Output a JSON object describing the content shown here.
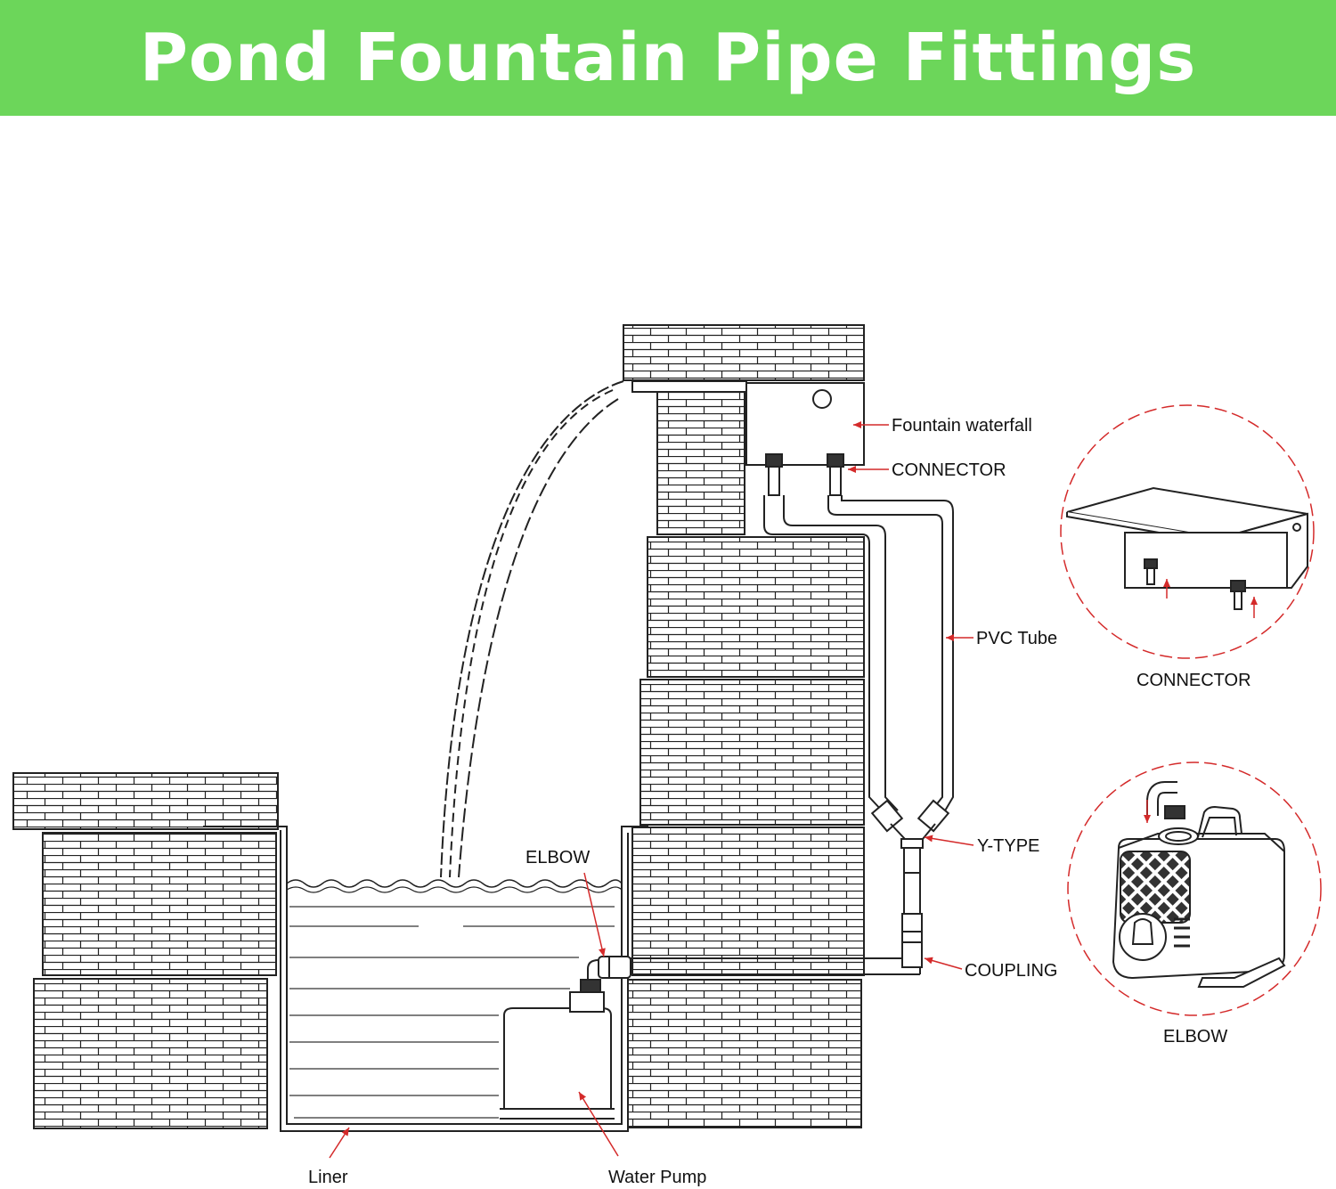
{
  "title": "Pond Fountain Pipe Fittings",
  "colors": {
    "banner": "#6cd65a",
    "accent_red": "#d42a2a",
    "line": "#222222"
  },
  "labels": {
    "fountain_waterfall": "Fountain waterfall",
    "connector": "CONNECTOR",
    "pvc_tube": "PVC Tube",
    "y_type": "Y-TYPE",
    "coupling": "COUPLING",
    "elbow": "ELBOW",
    "liner": "Liner",
    "water_pump": "Water Pump"
  },
  "insets": {
    "connector_caption": "CONNECTOR",
    "elbow_caption": "ELBOW"
  }
}
